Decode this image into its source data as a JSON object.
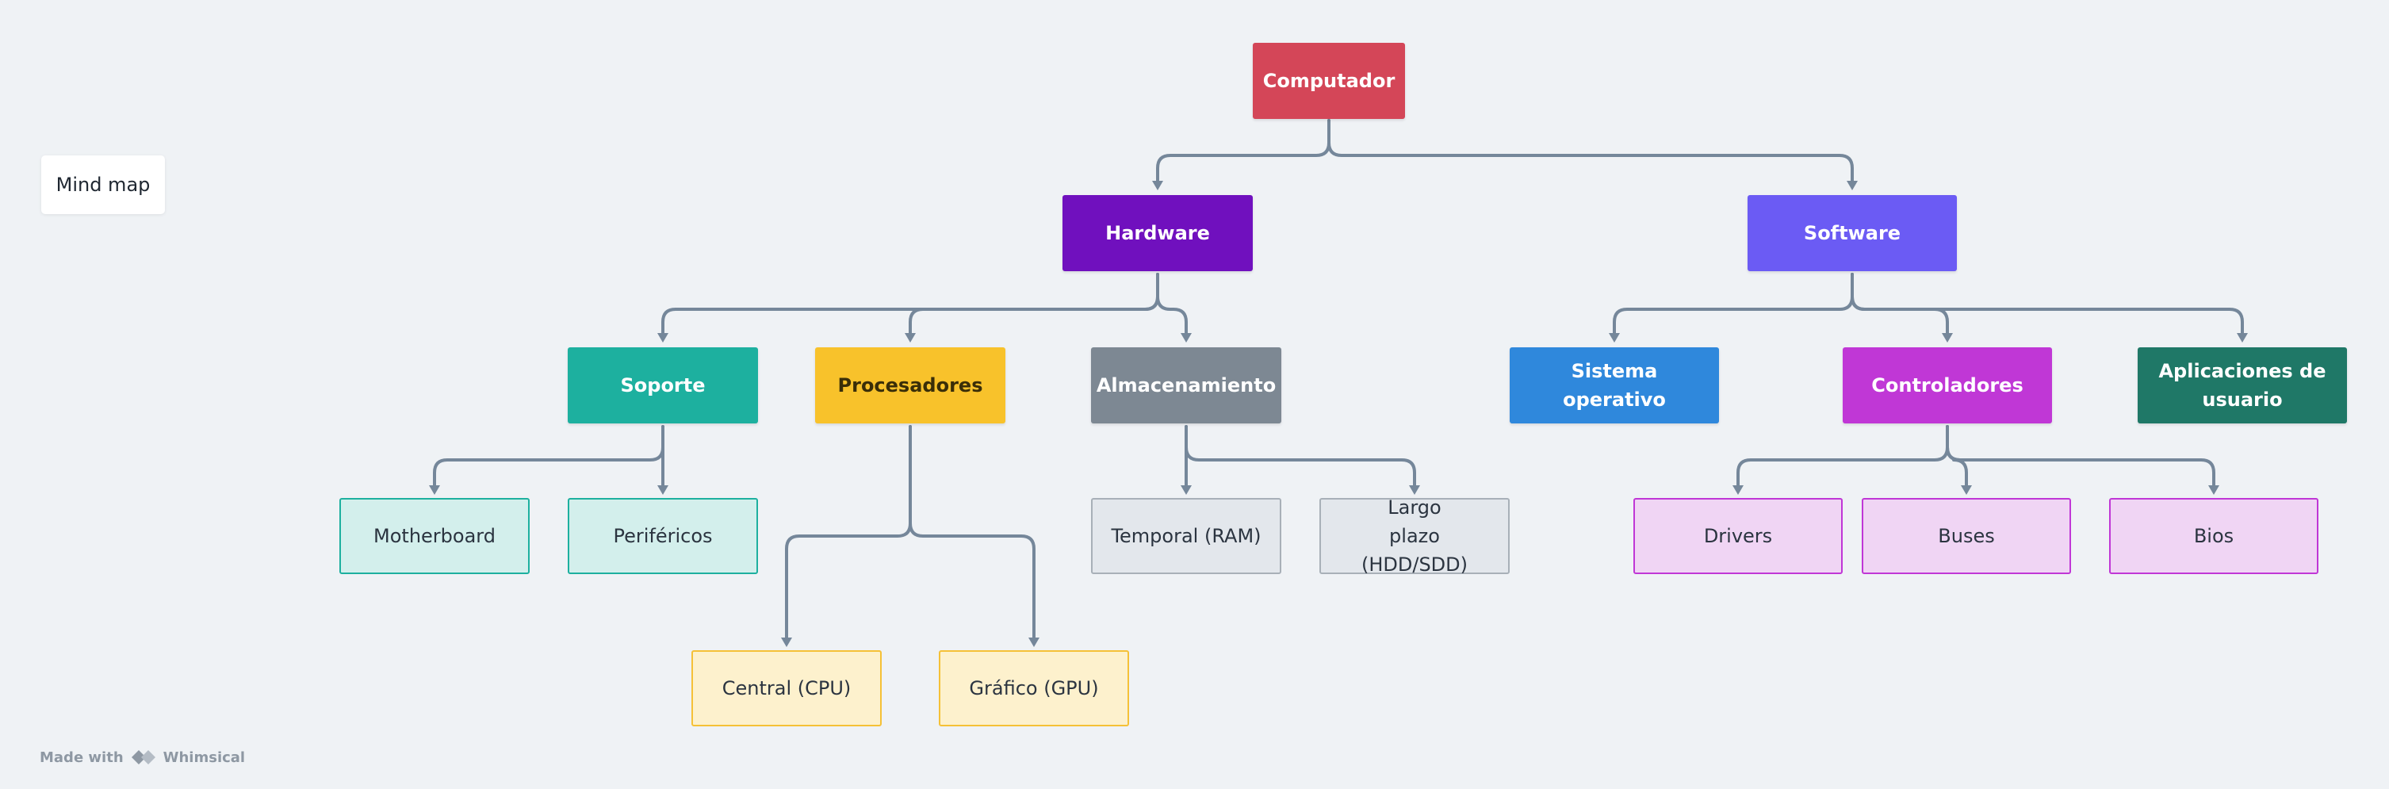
{
  "tag": {
    "label": "Mind map"
  },
  "footer": {
    "made_with": "Made with",
    "brand": "Whimsical"
  },
  "nodes": {
    "computador": "Computador",
    "hardware": "Hardware",
    "software": "Software",
    "soporte": "Soporte",
    "procesadores": "Procesadores",
    "almacenamiento": "Almacenamiento",
    "sistema_operativo": "Sistema operativo",
    "controladores": "Controladores",
    "aplicaciones": "Aplicaciones de usuario",
    "motherboard": "Motherboard",
    "perifericos": "Periféricos",
    "temporal": "Temporal (RAM)",
    "largo_plazo": "Largo plazo (HDD/SDD)",
    "drivers": "Drivers",
    "buses": "Buses",
    "bios": "Bios",
    "cpu": "Central (CPU)",
    "gpu": "Gráfico (GPU)"
  },
  "colors": {
    "edge": "#75879a",
    "computador": "#d44658",
    "hardware": "#7010be",
    "software": "#6b5bf4",
    "soporte": "#1db09f",
    "procesadores": "#f8c22b",
    "almacenamiento": "#7d8893",
    "sistema_operativo": "#2f88dc",
    "controladores": "#c037d6",
    "aplicaciones": "#1f7867"
  }
}
